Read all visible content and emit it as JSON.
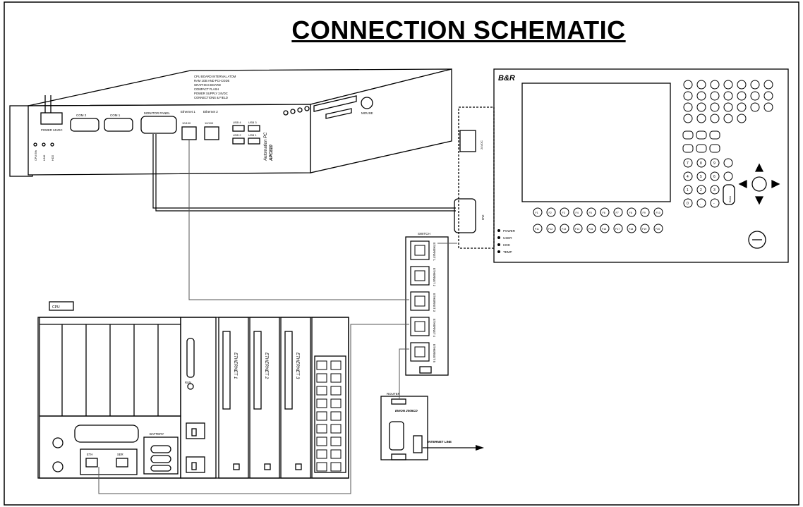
{
  "title": "CONNECTION SCHEMATIC",
  "pc": {
    "spec_lines": [
      "CPU BOARD INTERNAL ATOM",
      "RAM 1GB AND PCI-CODE",
      "GRAPHICS BOARD",
      "COMPACT FLASH",
      "POWER SUPPLY 24VDC",
      "CONNECTIONS & FIELD"
    ],
    "brand": "Automation PC",
    "model": "APC810",
    "ports": [
      "COM 2",
      "COM 1",
      "MONITOR PANEL",
      "Ethernet 1",
      "Ethernet 2",
      "USB 4",
      "USB 3",
      "USB 2",
      "USB 1"
    ],
    "eth_sub": [
      "10/100",
      "10/100"
    ],
    "mouse": "MOUSE",
    "power": "POWER 24VDC",
    "leds": [
      "CPU Eth",
      "LINK",
      "HDD"
    ]
  },
  "panel": {
    "brand": "B&R",
    "leds": [
      "POWER",
      "USER",
      "HDD",
      "TEMP"
    ],
    "connector_label": "DVI",
    "power_label": "24VDC",
    "fkeys_row1": [
      "F1",
      "F2",
      "F3",
      "F4",
      "F5",
      "F6",
      "F7",
      "F8",
      "F9",
      "F10"
    ],
    "fkeys_row2": [
      "F11",
      "F12",
      "F13",
      "F14",
      "F15",
      "F16",
      "F17",
      "F18",
      "F19",
      "F20"
    ],
    "keypad": [
      "7",
      "8",
      "9",
      "4",
      "5",
      "6",
      "1",
      "2",
      "3",
      "0",
      ".",
      "-"
    ],
    "enter": "Enter"
  },
  "switch": {
    "title": "SWITCH",
    "ports": [
      "ETHERNET 1",
      "ETHERNET 2",
      "ETHERNET 3",
      "ETHERNET 4",
      "ETHERNET 5"
    ]
  },
  "router": {
    "title": "ROUTER",
    "model": "EWON 2005CD",
    "internet_label": "INTERNET LINE"
  },
  "plc": {
    "cpu_label": "CPU",
    "modules": [
      "ETHERNET 1",
      "ETHERNET 2",
      "ETHERNET 3"
    ],
    "battery": "BATTERY",
    "cpu_ports": [
      "ETH",
      "SER"
    ],
    "run": "RUN"
  }
}
